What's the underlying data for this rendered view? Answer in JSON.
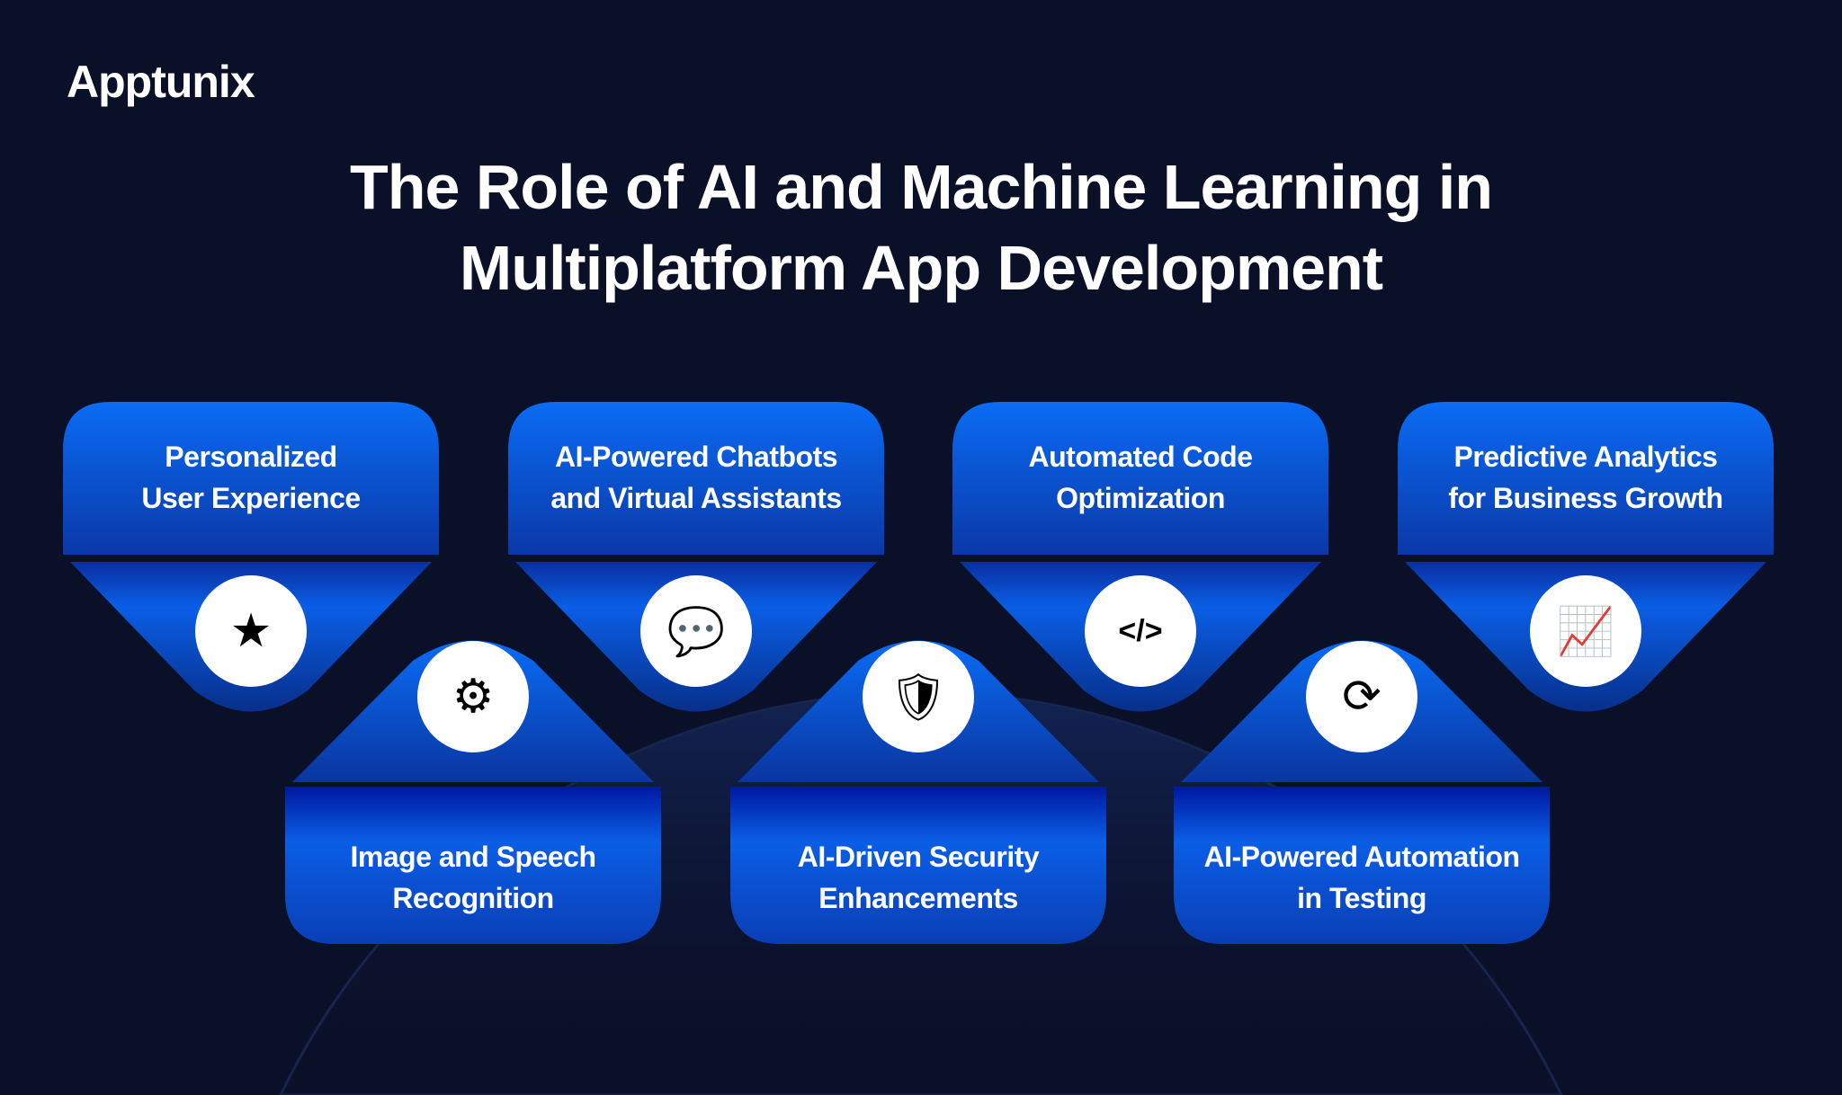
{
  "brand": {
    "logo": "Apptunix"
  },
  "title": {
    "line1": "The Role of AI and Machine Learning in",
    "line2": "Multiplatform App Development"
  },
  "cards": [
    {
      "line1": "Personalized",
      "line2": "User Experience",
      "icon": "user-stars-icon",
      "glyph": "★"
    },
    {
      "line1": "AI-Powered Chatbots",
      "line2": "and Virtual Assistants",
      "icon": "chatbot-icon",
      "glyph": "💬"
    },
    {
      "line1": "Automated Code",
      "line2": "Optimization",
      "icon": "code-window-icon",
      "glyph": "</>"
    },
    {
      "line1": "Predictive Analytics",
      "line2": "for Business Growth",
      "icon": "analytics-chart-icon",
      "glyph": "📈"
    },
    {
      "line1": "Image and Speech",
      "line2": "Recognition",
      "icon": "voice-gear-icon",
      "glyph": "⚙"
    },
    {
      "line1": "AI-Driven Security",
      "line2": "Enhancements",
      "icon": "shield-lock-icon",
      "glyph": "🛡"
    },
    {
      "line1": "AI-Powered Automation",
      "line2": "in Testing",
      "icon": "gear-refresh-icon",
      "glyph": "⟳"
    }
  ],
  "colors": {
    "bg": "#0b1029",
    "cardTop": "#0a6cf5",
    "cardBottom": "#0a35a0"
  }
}
